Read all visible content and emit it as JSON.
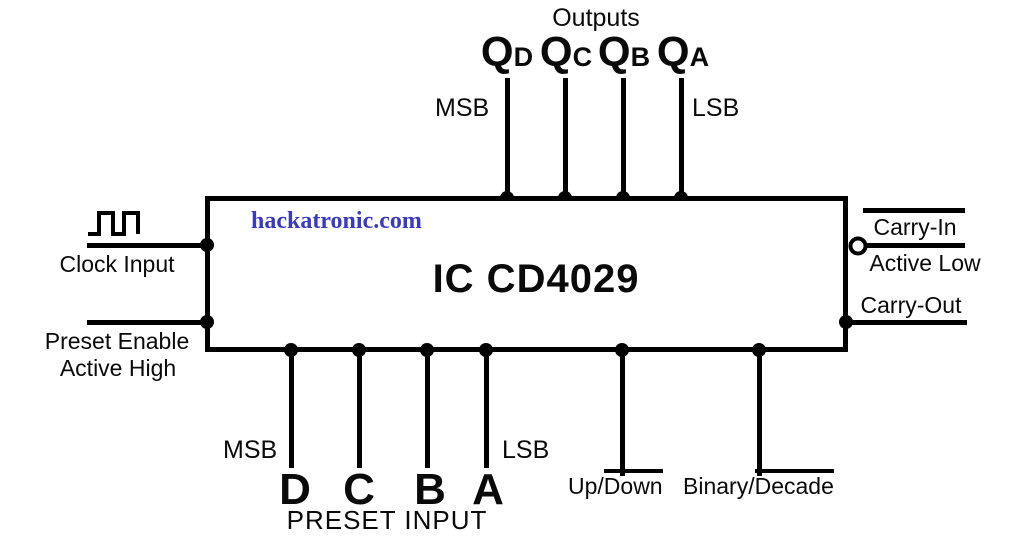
{
  "colors": {
    "line": "#000000",
    "background": "#ffffff",
    "text": "#0a0a0a",
    "watermark_blue": "#3a3ac0"
  },
  "chip": {
    "title": "IC CD4029",
    "watermark": "hackatronic.com"
  },
  "outputs": {
    "group_label": "Outputs",
    "msb": "MSB",
    "lsb": "LSB",
    "pins": [
      {
        "base": "Q",
        "sub": "D"
      },
      {
        "base": "Q",
        "sub": "C"
      },
      {
        "base": "Q",
        "sub": "B"
      },
      {
        "base": "Q",
        "sub": "A"
      }
    ]
  },
  "left_pins": {
    "clock_label": "Clock Input",
    "preset_enable_label": "Preset Enable",
    "preset_enable_note": "Active High"
  },
  "right_pins": {
    "carry_in_label": "Carry-In",
    "carry_in_note": "Active Low",
    "carry_out_label": "Carry-Out"
  },
  "preset_inputs": {
    "msb": "MSB",
    "lsb": "LSB",
    "letters": [
      "D",
      "C",
      "B",
      "A"
    ],
    "group_label": "PRESET INPUT"
  },
  "mode_pins": {
    "updown_prefix": "Up/",
    "updown_overbar": "Down",
    "binary_prefix": "Binary/",
    "binary_overbar": "Decade"
  }
}
